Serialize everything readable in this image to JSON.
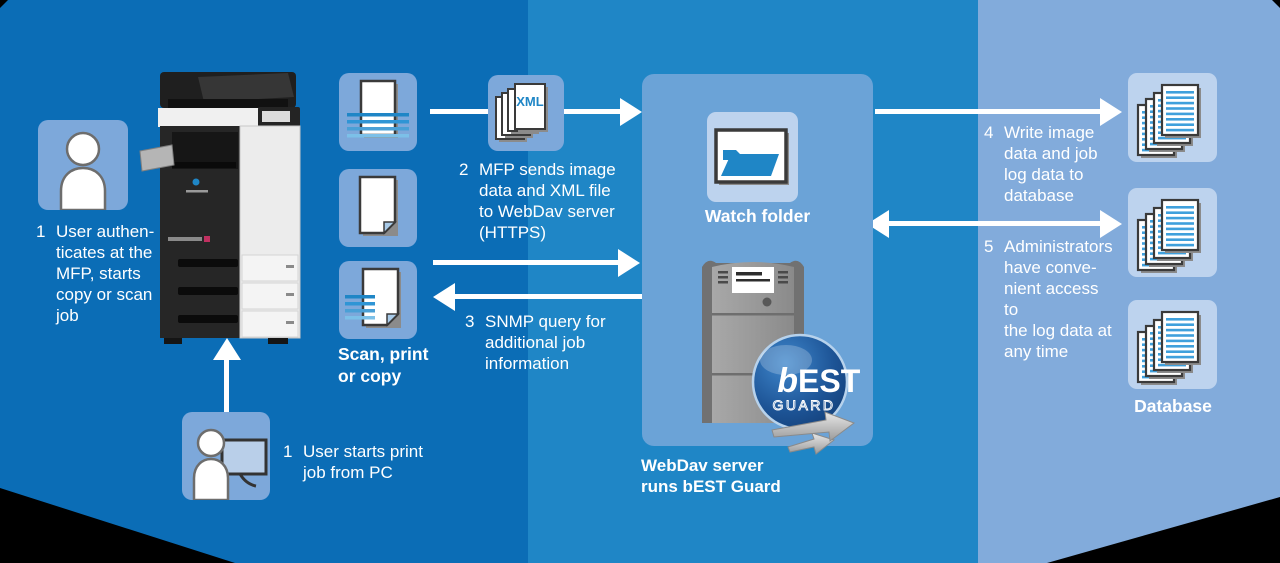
{
  "colors": {
    "canvas": "#000000",
    "section-dark": "#0b6db6",
    "section-mid": "#1f86c6",
    "section-light": "#82abdb",
    "panel": "#6ba3d7",
    "tile": "#7da8da",
    "tile-light": "#bdd3ee",
    "doc-line": "#2f95d5",
    "doc-line-light": "#7cc0e8",
    "fold": "#a9cbe9",
    "logo-sphere-dark": "#123c74",
    "logo-sphere-light": "#3f87cc",
    "text": "#ffffff"
  },
  "steps": {
    "authenticate": {
      "num": "1",
      "text": "User authen-\nticates at the\nMFP, starts\ncopy or scan\njob"
    },
    "print_from_pc": {
      "num": "1",
      "text": "User starts print\njob from PC"
    },
    "mfp_sends": {
      "num": "2",
      "text": "MFP sends image\ndata and XML file\nto WebDav server\n(HTTPS)"
    },
    "snmp_query": {
      "num": "3",
      "text": "SNMP query for\nadditional job\ninformation"
    },
    "write_database": {
      "num": "4",
      "text": "Write image\ndata and job\nlog data to\ndatabase"
    },
    "admin_access": {
      "num": "5",
      "text": "Administrators\nhave conve-\nnient access to\nthe log data at\nany time"
    }
  },
  "labels": {
    "scan_print_copy": "Scan, print\nor copy",
    "watch_folder": "Watch folder",
    "webdav_server": "WebDav server\nruns bEST Guard",
    "database": "Database",
    "xml": "XML",
    "logo_b": "b",
    "logo_est": "EST",
    "logo_guard": "GUARD"
  },
  "icons": {
    "user": "person-silhouette",
    "user_pc": "person-at-monitor",
    "mfp": "multifunction-printer",
    "scan_document": "page-with-scan-lines",
    "print_document": "page-with-folded-corner",
    "copy_document": "page-with-output-lines",
    "xml_files": "stacked-pages-xml",
    "watch_folder": "open-folder-window",
    "server": "server-tower",
    "best_guard": "best-guard-sphere-logo",
    "database_files": "stacked-log-pages"
  }
}
